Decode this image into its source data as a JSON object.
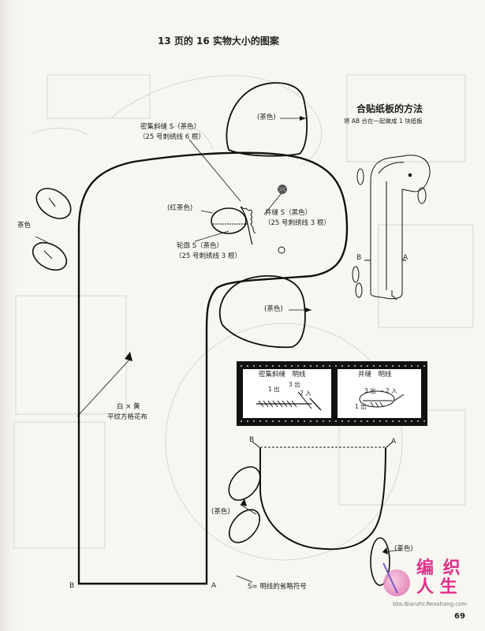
{
  "page": {
    "title": "13 页的 16 实物大小的图案",
    "page_number": "69"
  },
  "labels": {
    "top_brown": "(茶色)",
    "mid_brown": "(茶色)",
    "left_brown": "茶色",
    "bottom_brown": "(茶色)",
    "small_brown": "(茶色)",
    "red_brown": "(红茶色)",
    "satin_stitch": "密集斜缝 S（茶色）",
    "satin_stitch_thread": "（25 号刺绣线 6 根）",
    "cross_stitch": "井缝 S（黑色）",
    "cross_stitch_thread": "（25 号刺绣线 3 根）",
    "outline_stitch": "轮廓 S（茶色）",
    "outline_stitch_thread": "（25 号刺绣线 3 根）",
    "fabric_line1": "白 × 黄",
    "fabric_line2": "平纹方格花布",
    "abbrev_note": "S= 明线的省略符号",
    "point_a": "A",
    "point_b": "B",
    "point_a2": "A",
    "point_b2": "B",
    "point_a3": "A",
    "point_b3": "B"
  },
  "inset": {
    "title": "合贴纸板的方法",
    "subtitle": "将 AB 合在一起做成 1 块纸板",
    "point_a": "A",
    "point_b": "B"
  },
  "legend_box": {
    "left_title": "密集斜缝　明线",
    "left_out1": "1 出",
    "left_out3": "3 出",
    "left_in2": "2 入",
    "right_title": "井缝　明线",
    "right_in2": "3 出 — 2 入",
    "right_out1": "1 出"
  },
  "watermark": {
    "line1": "编 织",
    "line2": "人 生",
    "url": "bbs.Bianzhi.Renshang.com"
  }
}
